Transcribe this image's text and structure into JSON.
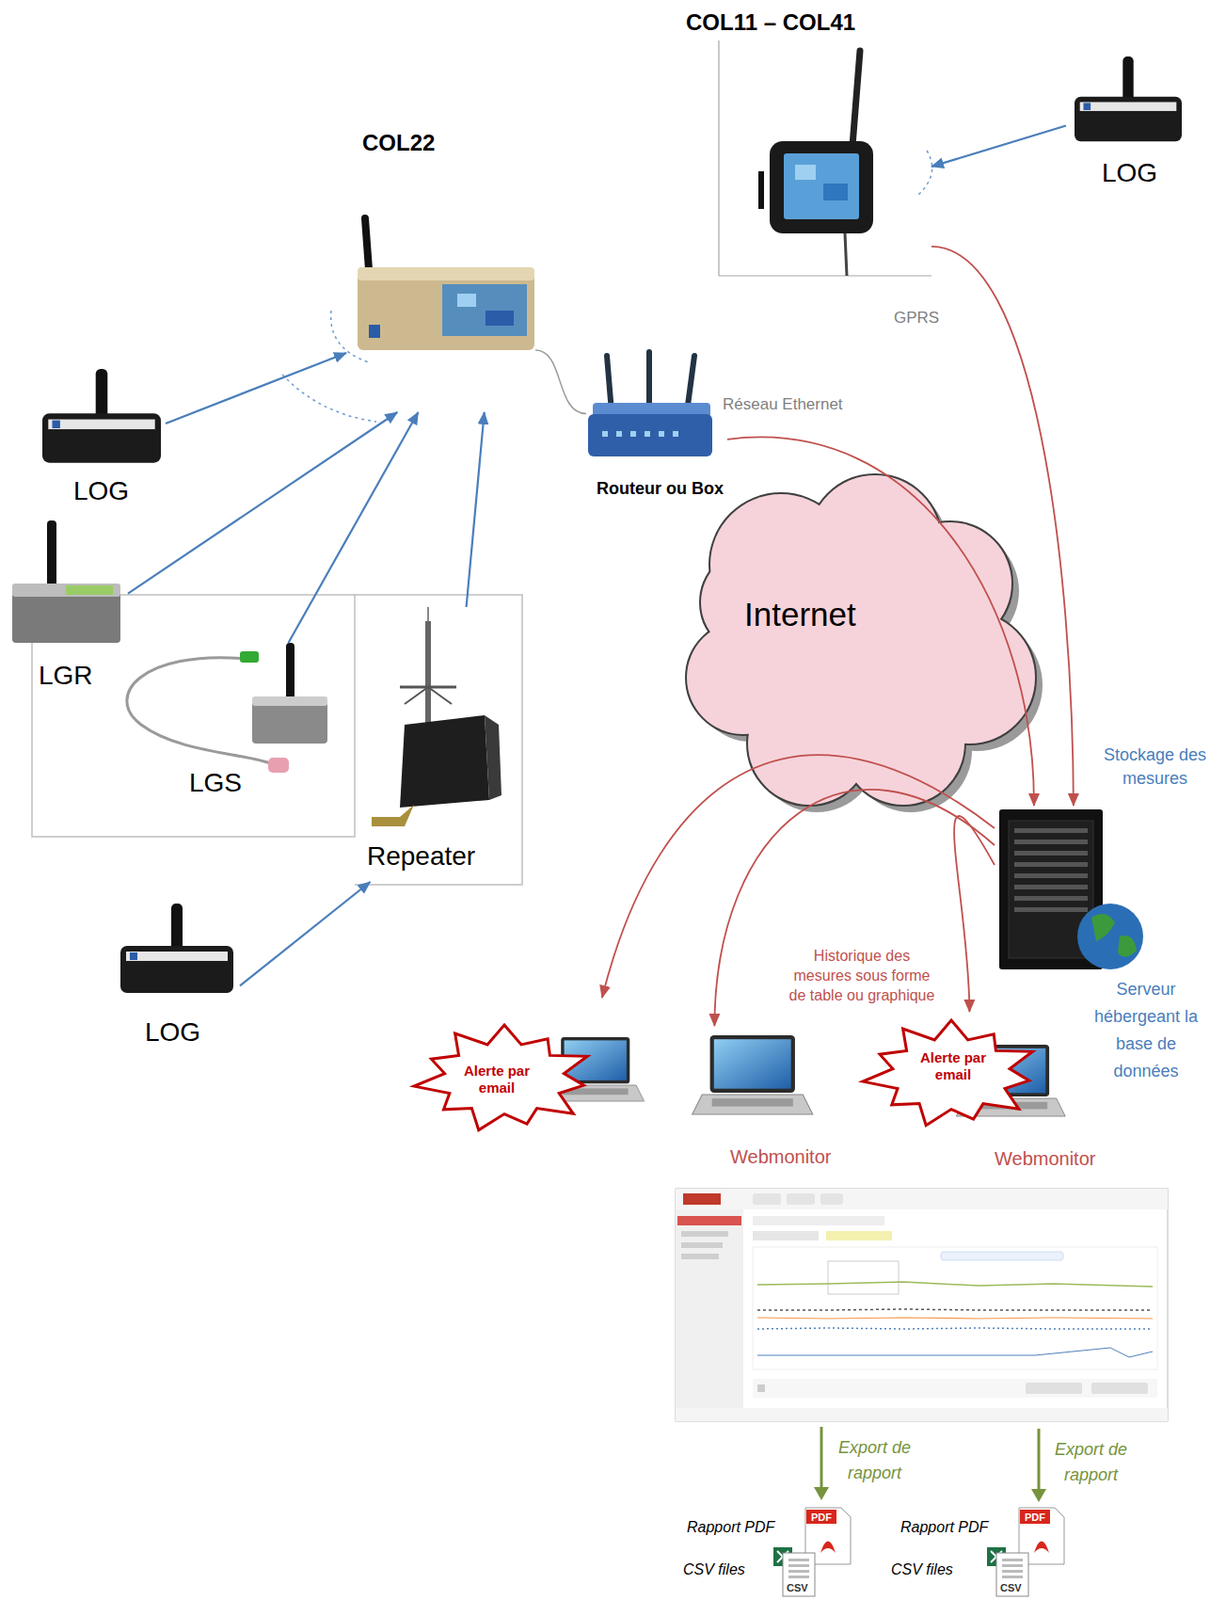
{
  "diagram": {
    "nodes": [
      {
        "text": [
          "COL11 – COL41"
        ]
      },
      {
        "text": [
          "LOG"
        ]
      },
      {
        "text": [
          "COL22"
        ]
      },
      {
        "text": [
          "LOG"
        ]
      },
      {
        "text": [
          "LGR"
        ]
      },
      {
        "text": [
          "LGS"
        ]
      },
      {
        "text": [
          "Repeater"
        ]
      },
      {
        "text": [
          "LOG"
        ]
      },
      {
        "text": [
          "Routeur ou Box"
        ]
      },
      {
        "text": [
          "Internet"
        ]
      },
      {
        "text": [
          "Serveur hébergeant la base de données"
        ]
      },
      {
        "text": [
          "Alerte par email"
        ]
      },
      {
        "text": [
          "Webmonitor"
        ]
      },
      {
        "text": [
          "Alerte par email",
          "Webmonitor"
        ]
      },
      {
        "text": [
          "Rapport PDF",
          "CSV files"
        ]
      },
      {
        "text": [
          "Rapport PDF",
          "CSV files"
        ]
      }
    ],
    "edges": [
      {
        "from": 1,
        "to": 0,
        "arrow": "to"
      },
      {
        "from": 3,
        "to": 2,
        "arrow": "to"
      },
      {
        "from": 4,
        "to": 2,
        "arrow": "to"
      },
      {
        "from": 5,
        "to": 2,
        "arrow": "to"
      },
      {
        "from": 6,
        "to": 2,
        "arrow": "to"
      },
      {
        "from": 7,
        "to": 6,
        "arrow": "to"
      },
      {
        "from": 2,
        "to": 8,
        "arrow": "none"
      },
      {
        "from": 8,
        "to": 10,
        "arrow": "to"
      },
      {
        "from": 0,
        "to": 10,
        "arrow": "to"
      },
      {
        "from": 10,
        "to": 11,
        "arrow": "to"
      },
      {
        "from": 10,
        "to": 12,
        "arrow": "to"
      },
      {
        "from": 10,
        "to": 13,
        "arrow": "to"
      }
    ],
    "labels": [
      "GPRS",
      "Réseau Ethernet",
      "Stockage des mesures",
      "Historique des mesures sous forme de table ou graphique",
      "Export de rapport",
      "Export de rapport",
      "PDF",
      "CSV",
      "PDF",
      "CSV"
    ]
  }
}
